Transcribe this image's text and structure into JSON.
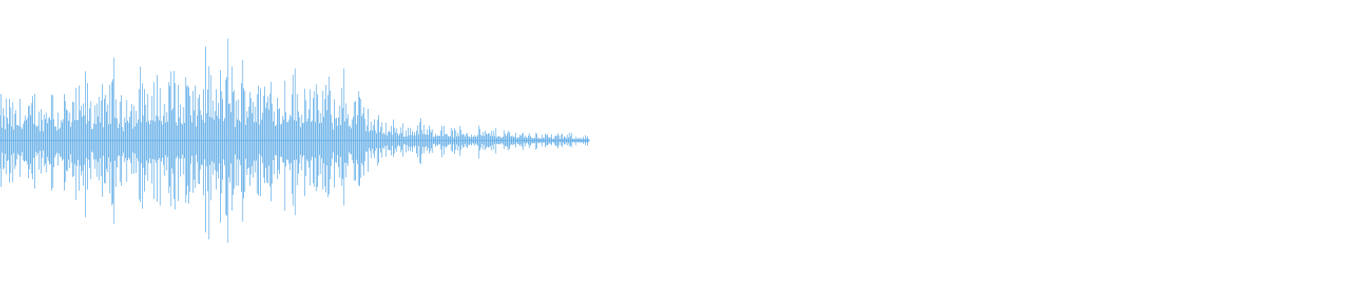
{
  "waveform": {
    "color": "#5aa9e6",
    "background": "#ffffff",
    "duration_fraction": 0.437,
    "channels": 1,
    "peaks": [
      0.35,
      0.28,
      0.42,
      0.3,
      0.26,
      0.38,
      0.33,
      0.29,
      0.45,
      0.31,
      0.27,
      0.4,
      0.6,
      0.34,
      0.3,
      0.52,
      0.36,
      0.28,
      0.5,
      0.32,
      0.58,
      0.38,
      0.3,
      0.66,
      0.4,
      0.33,
      0.56,
      0.62,
      0.35,
      0.3,
      0.64,
      0.42,
      0.36,
      0.55,
      0.7,
      0.4,
      0.34,
      0.68,
      0.45,
      0.38,
      0.6,
      0.72,
      0.42,
      0.36,
      0.76,
      0.44,
      0.38,
      0.62,
      0.5,
      0.8,
      0.46,
      0.4,
      0.66,
      0.52,
      0.9,
      0.48,
      0.42,
      0.64,
      0.54,
      0.86,
      0.5,
      0.44,
      0.62,
      0.55,
      0.74,
      0.46,
      0.4,
      0.6,
      0.5,
      0.7,
      0.44,
      0.38,
      0.58,
      0.66,
      0.42,
      0.36,
      0.52,
      0.6,
      0.4,
      0.34,
      0.48,
      0.56,
      0.38,
      0.32,
      0.5,
      0.36,
      0.3,
      0.26,
      0.22,
      0.18,
      0.2,
      0.16,
      0.15,
      0.18,
      0.14,
      0.13,
      0.12,
      0.15,
      0.14,
      0.2,
      0.13,
      0.12,
      0.11,
      0.12,
      0.14,
      0.12,
      0.11,
      0.1,
      0.1,
      0.12,
      0.1,
      0.09,
      0.1,
      0.13,
      0.09,
      0.08,
      0.1,
      0.09,
      0.08,
      0.1,
      0.08,
      0.07,
      0.08,
      0.09,
      0.07,
      0.06,
      0.07,
      0.06,
      0.07,
      0.06,
      0.05,
      0.06,
      0.05,
      0.05,
      0.06,
      0.05,
      0.04,
      0.05,
      0.05,
      0.04
    ]
  }
}
